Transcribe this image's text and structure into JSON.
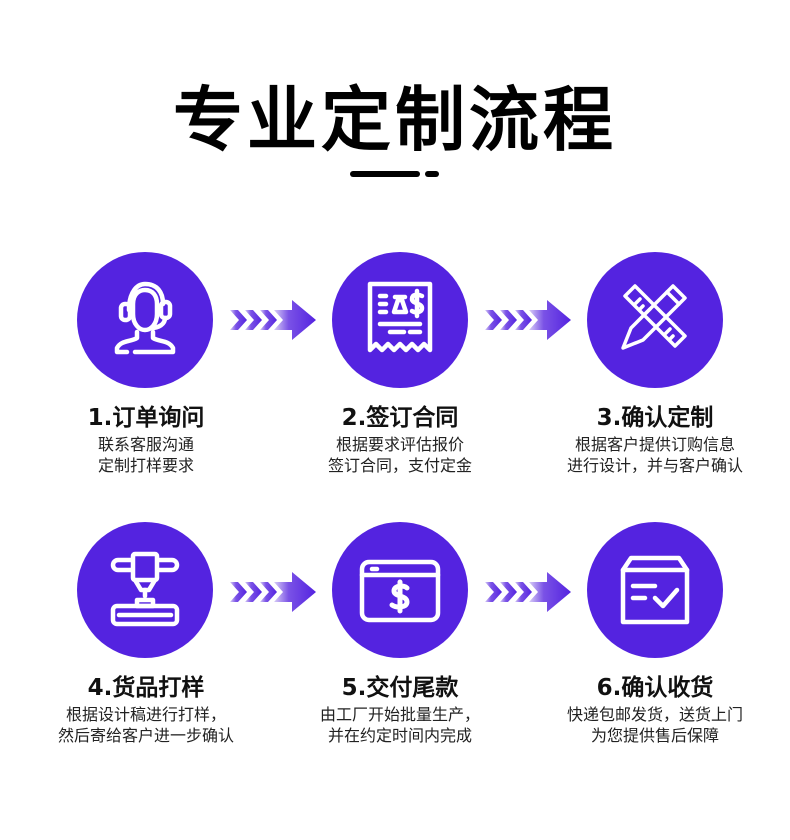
{
  "header": {
    "title": "专业定制流程"
  },
  "theme": {
    "accent": "#5423e0",
    "text": "#111111",
    "background": "#ffffff"
  },
  "steps": [
    {
      "icon": "headset-agent-icon",
      "title": "1.订单询问",
      "desc": [
        "联系客服沟通",
        "定制打样要求"
      ]
    },
    {
      "icon": "receipt-icon",
      "title": "2.签订合同",
      "desc": [
        "根据要求评估报价",
        "签订合同，支付定金"
      ]
    },
    {
      "icon": "pencil-ruler-icon",
      "title": "3.确认定制",
      "desc": [
        "根据客户提供订购信息",
        "进行设计，并与客户确认"
      ]
    },
    {
      "icon": "3d-printer-icon",
      "title": "4.货品打样",
      "desc": [
        "根据设计稿进行打样，",
        "然后寄给客户进一步确认"
      ]
    },
    {
      "icon": "payment-window-icon",
      "title": "5.交付尾款",
      "desc": [
        "由工厂开始批量生产，",
        "并在约定时间内完成"
      ]
    },
    {
      "icon": "box-check-icon",
      "title": "6.确认收货",
      "desc": [
        "快递包邮发货，送货上门",
        "为您提供售后保障"
      ]
    }
  ],
  "arrows": [
    {
      "icon": "chevron-arrow-right-icon"
    },
    {
      "icon": "chevron-arrow-right-icon"
    },
    {
      "icon": "chevron-arrow-right-icon"
    },
    {
      "icon": "chevron-arrow-right-icon"
    }
  ]
}
